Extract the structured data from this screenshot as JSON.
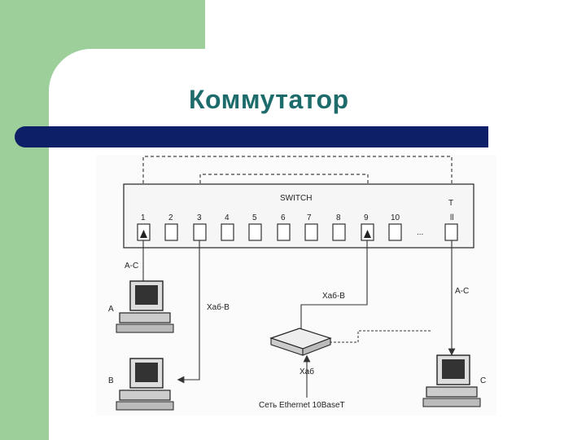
{
  "slide": {
    "title": "Коммутатор",
    "accent_color": "#9dcf9b",
    "title_color": "#1d6b6b",
    "bar_color": "#0d1f66"
  },
  "diagram": {
    "switch_label": "SWITCH",
    "ports": [
      "1",
      "2",
      "3",
      "4",
      "5",
      "6",
      "7",
      "8",
      "9",
      "10",
      "...",
      "T"
    ],
    "port_11_label": "ll",
    "labels": {
      "a_c_left": "А-С",
      "a_c_right": "А-С",
      "hub_b_left": "Хаб-В",
      "hub_b_right": "Хаб-В",
      "hub": "Хаб",
      "ethernet": "Сеть Ethernet 10BaseT"
    },
    "computers": [
      "А",
      "В",
      "С"
    ]
  }
}
